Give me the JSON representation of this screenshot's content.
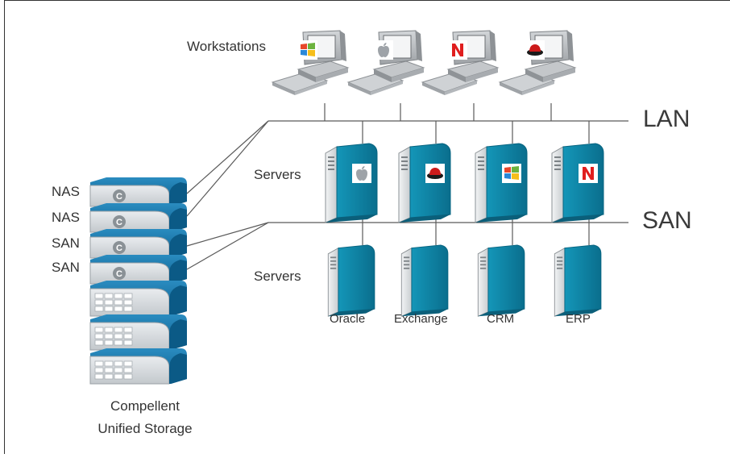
{
  "network": {
    "lan_label": "LAN",
    "san_label": "SAN"
  },
  "workstations": {
    "label": "Workstations",
    "os_icons": [
      "windows-logo-icon",
      "apple-logo-icon",
      "novell-logo-icon",
      "redhat-logo-icon"
    ]
  },
  "app_servers": {
    "label": "Servers",
    "os_icons": [
      "apple-logo-icon",
      "redhat-logo-icon",
      "windows-logo-icon",
      "novell-logo-icon"
    ]
  },
  "db_servers": {
    "label": "Servers",
    "names": [
      "Oracle",
      "Exchange",
      "CRM",
      "ERP"
    ]
  },
  "storage": {
    "units": [
      "NAS",
      "NAS",
      "SAN",
      "SAN"
    ],
    "caption_line1": "Compellent",
    "caption_line2": "Unified Storage"
  },
  "colors": {
    "server_teal": "#0d7fa0",
    "storage_blue": "#0f6a9c",
    "monitor_gray": "#b9bcbf",
    "line": "#5a5a5a"
  }
}
